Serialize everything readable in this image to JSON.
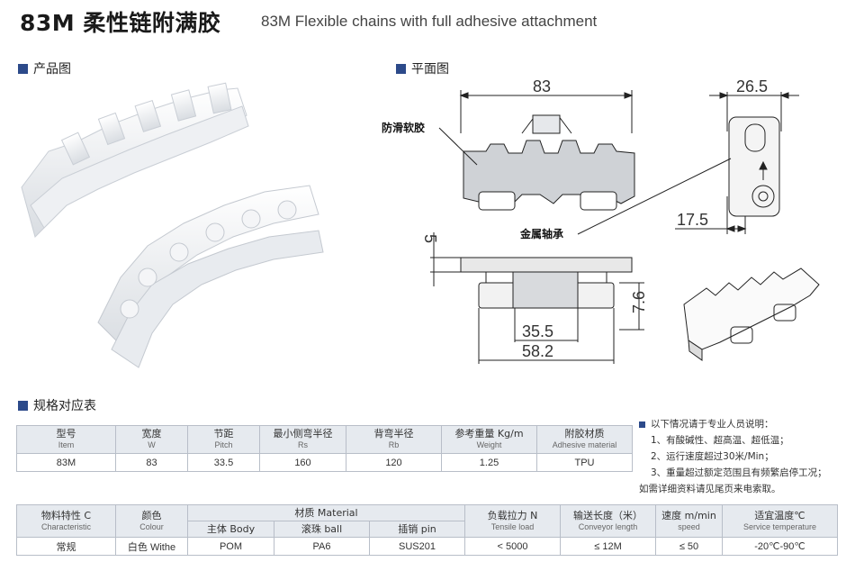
{
  "header": {
    "title": "83M 柔性链附满胶",
    "subtitle": "83M Flexible chains with full adhesive attachment"
  },
  "sections": {
    "photo": "产品图",
    "plan": "平面图",
    "spec": "规格对应表"
  },
  "drawing": {
    "dim_width": "83",
    "dim_side_width": "26.5",
    "dim_side_offset": "17.5",
    "dim_thickness": "5",
    "dim_height": "7.6",
    "dim_inner": "35.5",
    "dim_outer": "58.2",
    "label_rubber": "防滑软胶",
    "label_bearing": "金属轴承"
  },
  "table1": {
    "headers": [
      {
        "cn": "型号",
        "en": "Item"
      },
      {
        "cn": "宽度",
        "en": "W"
      },
      {
        "cn": "节距",
        "en": "Pitch"
      },
      {
        "cn": "最小侧弯半径",
        "en": "Rs"
      },
      {
        "cn": "背弯半径",
        "en": "Rb"
      },
      {
        "cn": "参考重量 Kg/m",
        "en": "Weight"
      },
      {
        "cn": "附胶材质",
        "en": "Adhesive material"
      }
    ],
    "values": [
      "83M",
      "83",
      "33.5",
      "160",
      "120",
      "1.25",
      "TPU"
    ]
  },
  "table2": {
    "h_property": {
      "cn": "物料特性 C",
      "en": "Characteristic"
    },
    "h_colour": {
      "cn": "颜色",
      "en": "Colour"
    },
    "h_material": "材质 Material",
    "h_body": "主体 Body",
    "h_ball": "滚珠 ball",
    "h_pin": "插销 pin",
    "h_tensile": {
      "cn": "负载拉力 N",
      "en": "Tensile load"
    },
    "h_length": {
      "cn": "输送长度（米）",
      "en": "Conveyor length"
    },
    "h_speed": {
      "cn": "速度 m/min",
      "en": "speed"
    },
    "h_temp": {
      "cn": "适宜温度℃",
      "en": "Service temperature"
    },
    "values": [
      "常规",
      "白色 Withe",
      "POM",
      "PA6",
      "SUS201",
      "< 5000",
      "≤ 12M",
      "≤ 50",
      "-20℃-90℃"
    ]
  },
  "notes": {
    "head": "以下情况请于专业人员说明：",
    "items": [
      "1、有酸碱性、超高温、超低温；",
      "2、运行速度超过30米/Min；",
      "3、重量超过额定范围且有频繁启停工况；",
      "如需详细资料请见尾页来电索取。"
    ]
  }
}
